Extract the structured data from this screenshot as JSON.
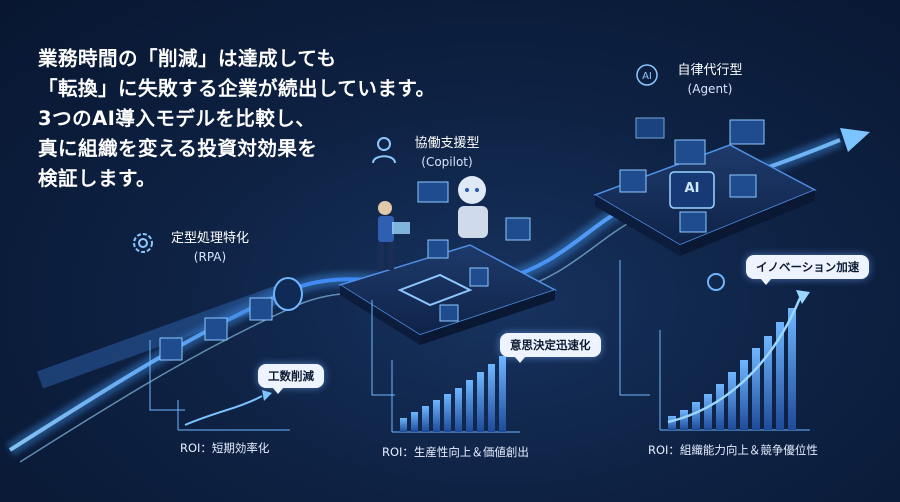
{
  "headline": {
    "lines": [
      "業務時間の「削減」は達成しても",
      "「転換」に失敗する企業が続出しています。",
      "3つのAI導入モデルを比較し、",
      "真に組織を変える投資対効果を",
      "検証します。"
    ]
  },
  "models": {
    "rpa": {
      "title": "定型処理特化",
      "subtitle": "(RPA)",
      "bubble": "工数削減",
      "roi": "ROI：短期効率化"
    },
    "copilot": {
      "title": "協働支援型",
      "subtitle": "(Copilot)",
      "bubble": "意思決定迅速化",
      "roi": "ROI：生産性向上＆価値創出"
    },
    "agent": {
      "title": "自律代行型",
      "subtitle": "(Agent)",
      "bubble": "イノベーション加速",
      "roi": "ROI：組織能力向上＆競争優位性"
    }
  },
  "center_badge": "AI",
  "icons": {
    "rpa": "gear-icon",
    "copilot": "person-icon",
    "agent": "ai-network-icon"
  },
  "colors": {
    "background": "#0b1a33",
    "glow": "#5aa8ff",
    "accent": "#3d7bff"
  }
}
